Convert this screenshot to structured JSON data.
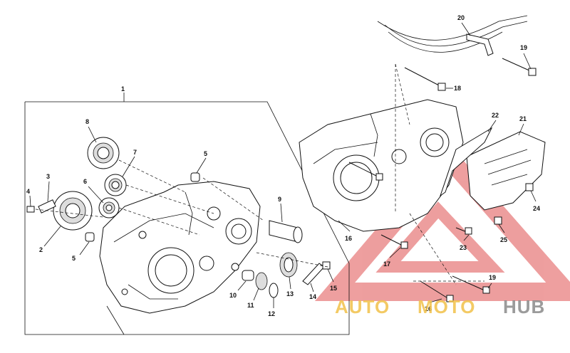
{
  "callouts": [
    "1",
    "2",
    "3",
    "4",
    "5",
    "5",
    "6",
    "7",
    "8",
    "9",
    "10",
    "11",
    "12",
    "13",
    "14",
    "15",
    "16",
    "17",
    "18",
    "19",
    "19",
    "20",
    "21",
    "22",
    "23",
    "24",
    "25",
    "16"
  ],
  "watermark": {
    "part1": "AUTO",
    "part2": "MOTO",
    "part3": "HUB",
    "colors": {
      "triangle": "#e05050",
      "yellow": "#f2c14a",
      "grey": "#8a8a8a"
    }
  }
}
